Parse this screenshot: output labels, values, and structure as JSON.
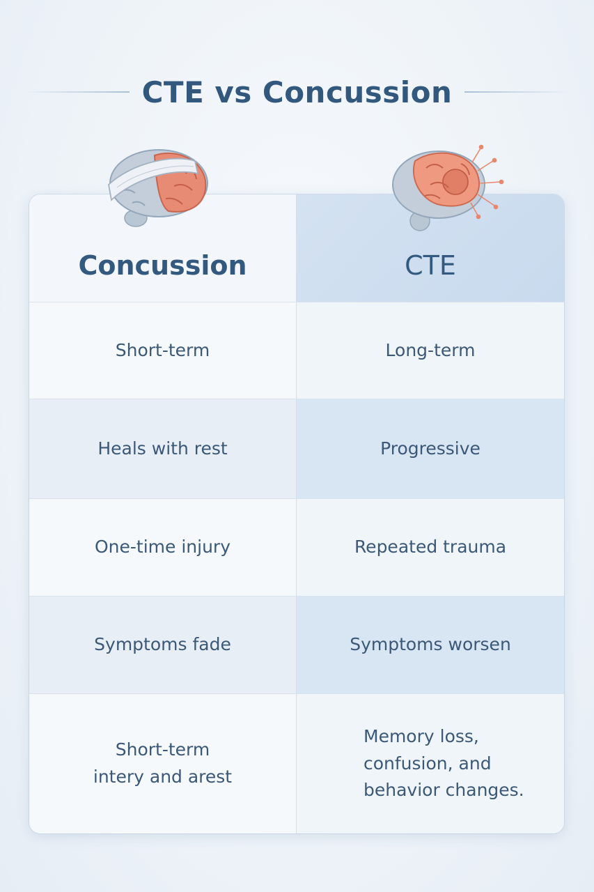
{
  "title": "CTE vs Concussion",
  "columns": {
    "left": "Concussion",
    "right": "CTE"
  },
  "rows": [
    {
      "left": "Short-term",
      "right": "Long-term"
    },
    {
      "left": "Heals with rest",
      "right": "Progressive"
    },
    {
      "left": "One-time injury",
      "right": "Repeated trauma"
    },
    {
      "left": "Symptoms fade",
      "right": "Symptoms worsen"
    },
    {
      "left": "Short-term\nintery and arest",
      "right": "Memory loss,\nconfusion, and\nbehavior changes."
    }
  ],
  "icons": {
    "left": "bandaged-brain-icon",
    "right": "damaged-brain-icon"
  },
  "colors": {
    "title": "#33587e",
    "text": "#3b5876",
    "brain_pink": "#e88b75",
    "brain_gray": "#b4c3d3"
  }
}
